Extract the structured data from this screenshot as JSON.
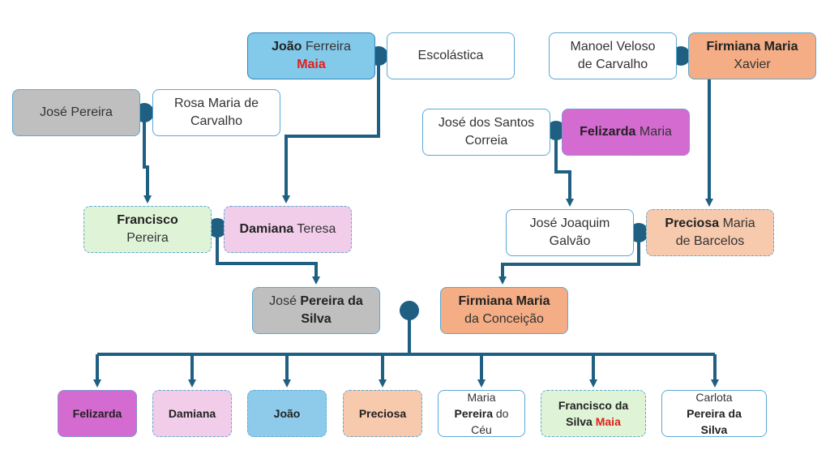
{
  "colors": {
    "connector": "#1f5f82",
    "node": "#1f5f82",
    "highlight_red": "#e0201b"
  },
  "people": {
    "joao_ferreira_maia": {
      "given": "João",
      "middle": "Ferreira",
      "surname": "Maia"
    },
    "escolastica": {
      "name": "Escolástica"
    },
    "manoel": {
      "line1": "Manoel Veloso",
      "line2": "de Carvalho"
    },
    "firmiana_xavier": {
      "given": "Firmiana Maria",
      "surname": "Xavier"
    },
    "jose_pereira": {
      "name": "José Pereira"
    },
    "rosa": {
      "line1": "Rosa Maria de",
      "line2": "Carvalho"
    },
    "jose_santos": {
      "line1": "José dos Santos",
      "line2": "Correia"
    },
    "felizarda_maria": {
      "given": "Felizarda",
      "rest": "Maria"
    },
    "francisco_pereira": {
      "given": "Francisco",
      "surname": "Pereira"
    },
    "damiana_teresa": {
      "given": "Damiana",
      "rest": "Teresa"
    },
    "jose_joaquim": {
      "line1": "José Joaquim",
      "line2": "Galvão"
    },
    "preciosa_maria": {
      "given": "Preciosa",
      "rest": "Maria",
      "line2": "de Barcelos"
    },
    "jose_pereira_silva": {
      "prefix": "José",
      "bold1": "Pereira da",
      "bold2": "Silva"
    },
    "firmiana_conceicao": {
      "given": "Firmiana Maria",
      "rest": "da Conceição"
    }
  },
  "children": {
    "felizarda": "Felizarda",
    "damiana": "Damiana",
    "joao": "João",
    "preciosa": "Preciosa",
    "maria": {
      "line1": "Maria",
      "bold": "Pereira",
      "rest": "do",
      "line3": "Céu"
    },
    "francisco": {
      "line1": "Francisco da",
      "bold": "Silva",
      "red": "Maia"
    },
    "carlota": {
      "line1": "Carlota",
      "line2": "Pereira da",
      "line3": "Silva"
    }
  }
}
